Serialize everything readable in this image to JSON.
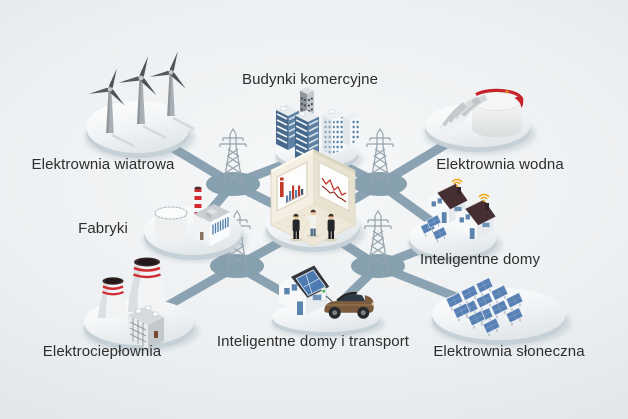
{
  "background": {
    "center_color": "#f5f7f8",
    "edge_color": "#d2d8dc"
  },
  "colors": {
    "power_line": "#8aa2b1",
    "grid_node": "#87a0ae",
    "platform_top": "#f8fafb",
    "platform_side": "#c6d1d7",
    "label_text": "#2d2d2d",
    "accent_red": "#c6242b",
    "solar_panel_blue": "#5781b4",
    "building_blue": "#44678c",
    "roof_maroon": "#452f33",
    "signal_yellow": "#f0a81c"
  },
  "stations": [
    {
      "id": "wind-power",
      "label": "Elektrownia wiatrowa",
      "icon": "wind-turbines-icon"
    },
    {
      "id": "commercial-buildings",
      "label": "Budynki komercyjne",
      "icon": "office-buildings-icon"
    },
    {
      "id": "hydro-power",
      "label": "Elektrownia wodna",
      "icon": "hydro-dam-icon"
    },
    {
      "id": "factories",
      "label": "Fabryki",
      "icon": "factory-icon"
    },
    {
      "id": "smart-homes",
      "label": "Inteligentne domy",
      "icon": "smart-homes-icon"
    },
    {
      "id": "chp-plant",
      "label": "Elektrociepłownia",
      "icon": "chp-plant-icon"
    },
    {
      "id": "smart-homes-transport",
      "label": "Inteligentne domy i transport",
      "icon": "smart-home-ev-icon"
    },
    {
      "id": "solar-power",
      "label": "Elektrownia słoneczna",
      "icon": "solar-farm-icon"
    }
  ],
  "control_center": {
    "id": "control-room",
    "icon": "control-room-icon",
    "screens": [
      "bar-chart-screen",
      "line-chart-screen"
    ],
    "people_count": 3
  },
  "grid": {
    "tower_icon": "transmission-tower-icon",
    "tower_count": 4
  }
}
